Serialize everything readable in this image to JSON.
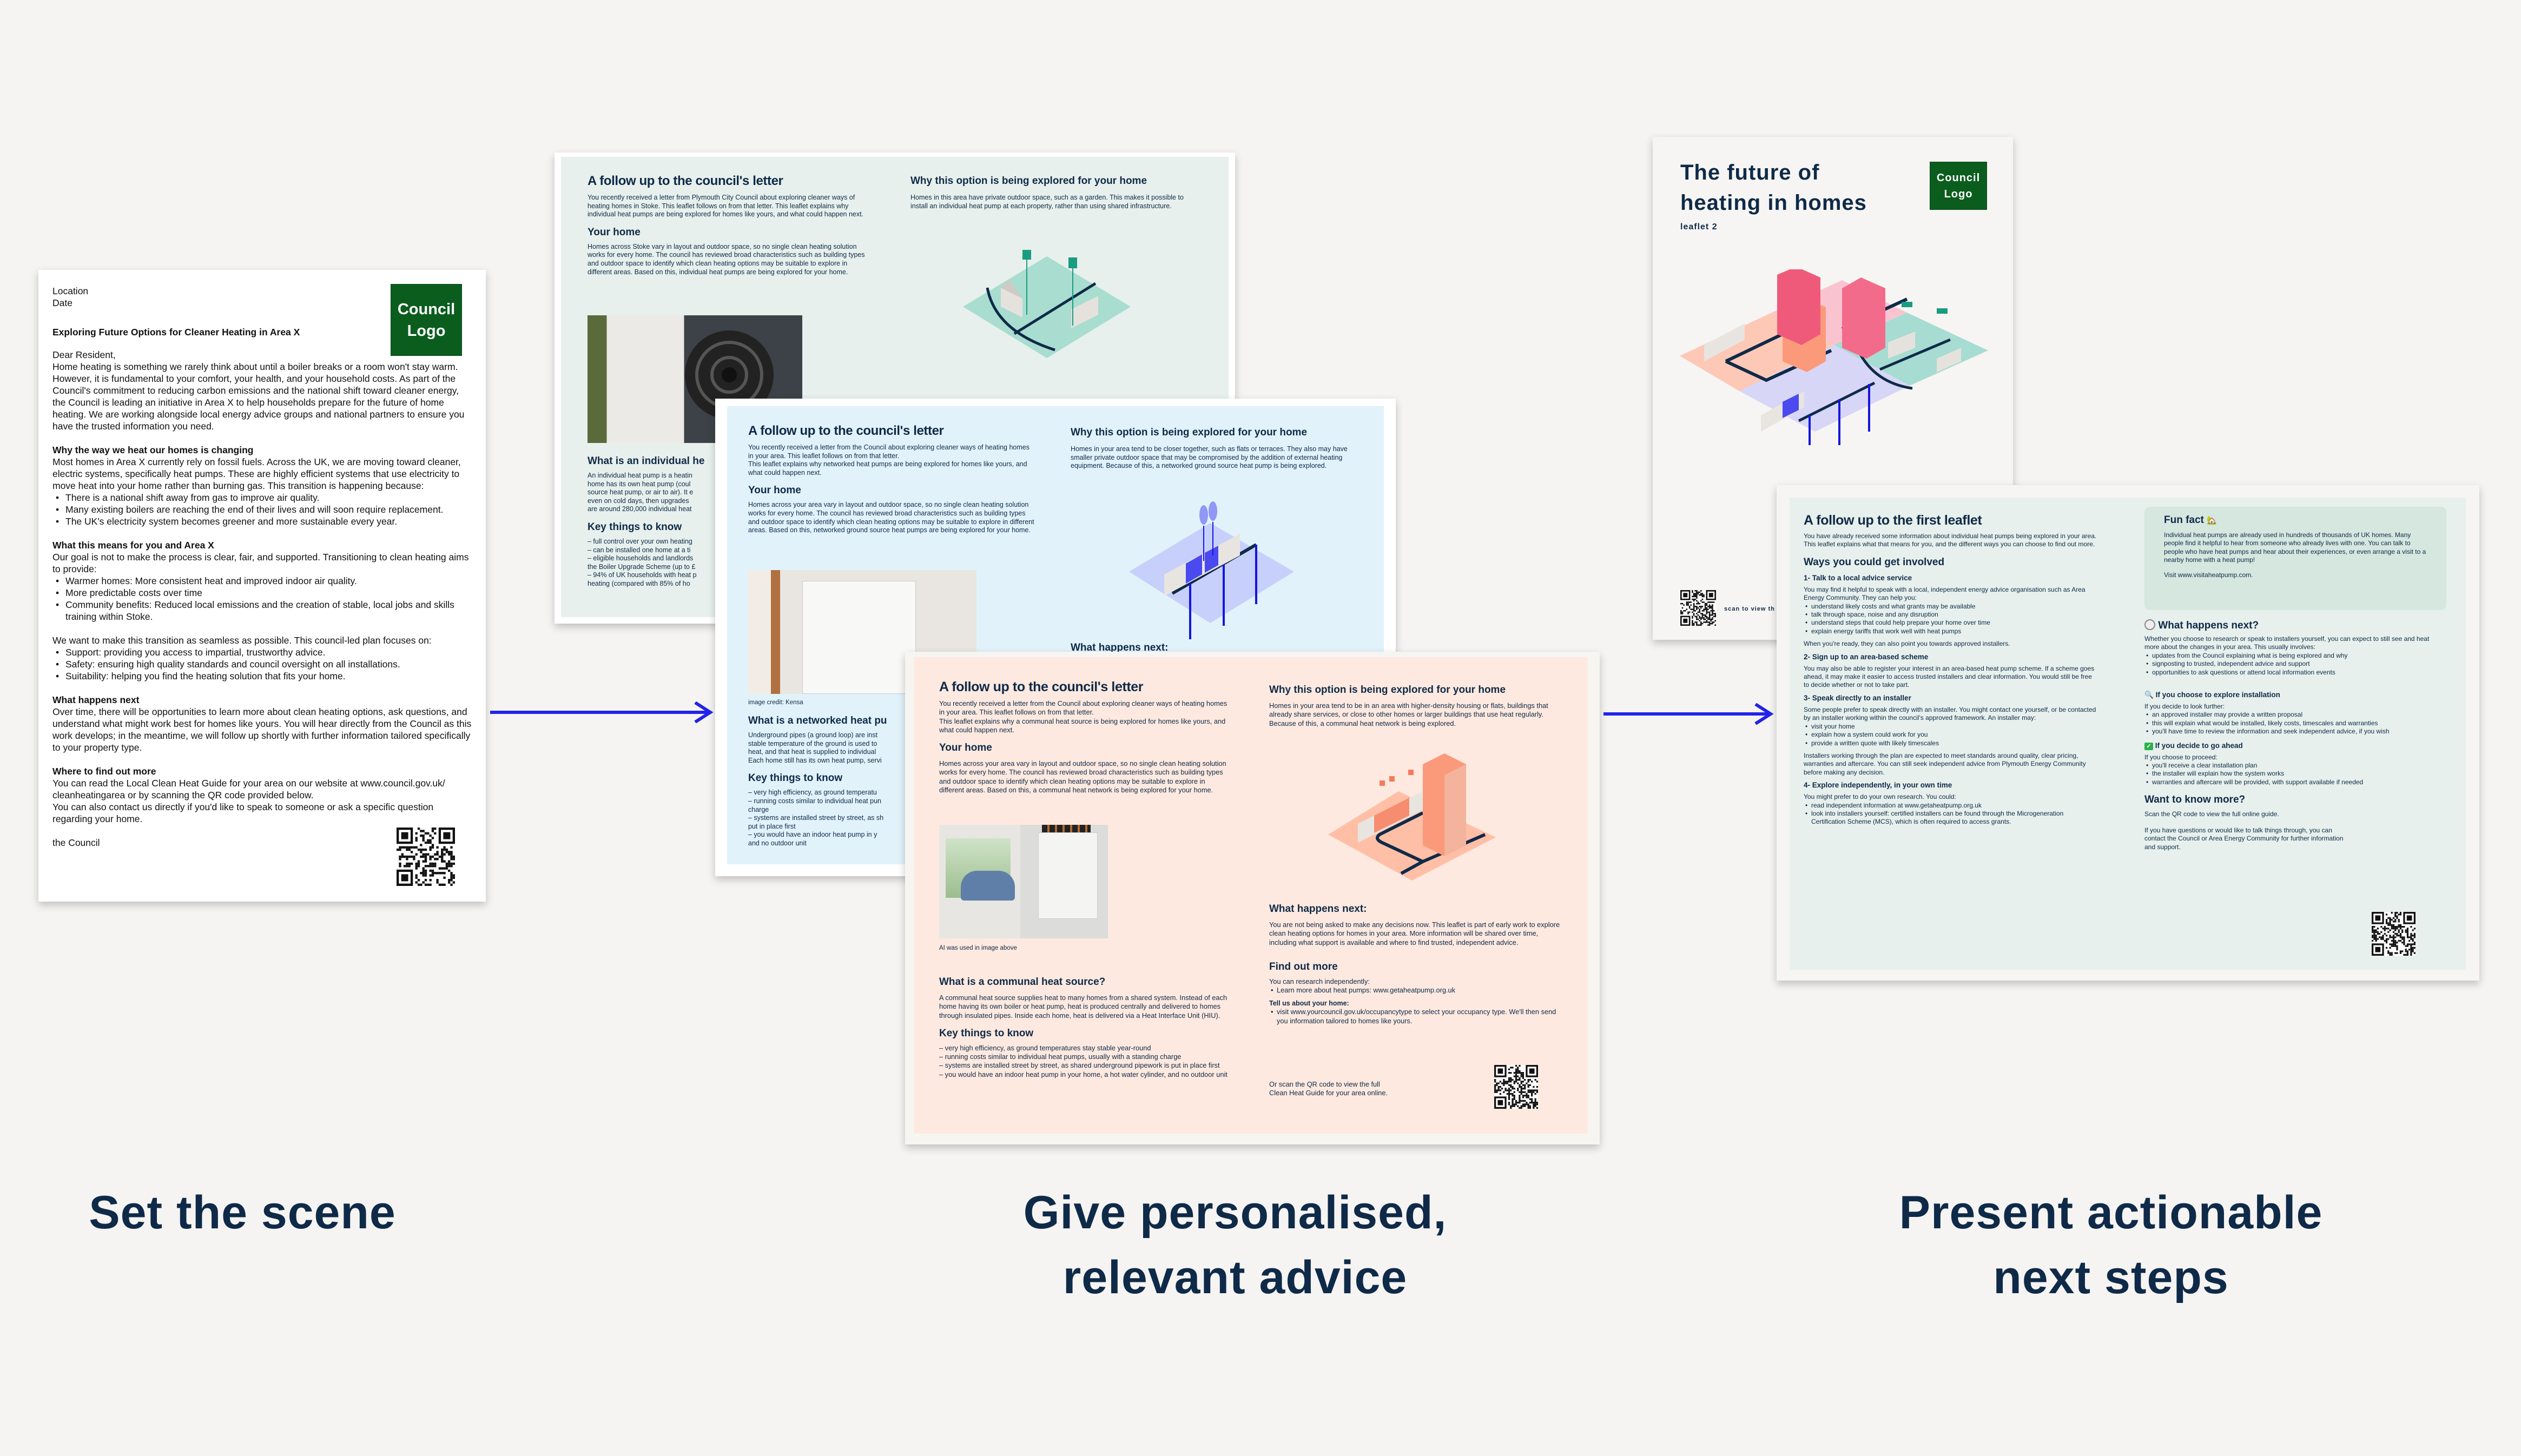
{
  "colors": {
    "background": "#f5f4f2",
    "navy": "#0f2a48",
    "logo_green": "#0b5d1e",
    "arrow_blue": "#2323e8",
    "individual_bg": "#e7f0ec",
    "networked_bg": "#e1f2fa",
    "communal_bg": "#fde9df",
    "next_steps_bg": "#e7f0ec"
  },
  "letter": {
    "location": "Location",
    "date": "Date",
    "logo": "Council\nLogo",
    "subject": "Exploring Future Options for Cleaner Heating in Area X",
    "salutation": "Dear Resident,",
    "intro": "Home heating is something we rarely think about until a boiler breaks or a room won't stay warm. However, it is fundamental to your comfort, your health, and your household costs. As part of the Council's commitment to reducing carbon emissions and the national shift toward cleaner energy, the Council is leading an initiative in Area X to help households prepare for the future of home heating. We are working alongside local energy advice groups and national partners to ensure you have the trusted information you need.",
    "why_heading": "Why the way we heat our homes is changing",
    "why_body": "Most homes in Area X currently rely on fossil fuels. Across the UK, we are moving toward cleaner, electric systems, specifically heat pumps. These are highly efficient systems that use electricity to move heat into your home rather than burning gas. This transition is happening because:",
    "why_bullets": [
      "There is a national shift away from gas to improve air quality.",
      "Many existing boilers are reaching the end of their lives and will soon require replacement.",
      "The UK's electricity system becomes greener and more sustainable every year."
    ],
    "means_heading": "What this means for you and Area X",
    "means_body": "Our goal is not to make the process is clear, fair, and supported. Transitioning to clean heating aims to provide:",
    "means_bullets": [
      "Warmer homes: More consistent heat and improved indoor air quality.",
      "More predictable costs over time",
      "Community benefits: Reduced local emissions and the creation of stable, local jobs and skills training within Stoke."
    ],
    "plan_body": "We want to make this transition as seamless as possible. This council-led plan focuses on:",
    "plan_bullets": [
      "Support: providing you access to impartial, trustworthy advice.",
      "Safety: ensuring high quality standards and council oversight on all installations.",
      "Suitability: helping you find the heating solution that fits your home."
    ],
    "next_heading": "What happens next",
    "next_body": "Over time, there will be opportunities to learn more about clean heating options, ask questions, and understand what might work best for homes like yours. You will hear directly from the Council as this work develops; in the meantime, we will follow up shortly with further information tailored specifically to your property type.",
    "more_heading": "Where to find out more",
    "more_body": "You can read the Local Clean Heat Guide for your area on our website at www.council.gov.uk/ cleanheatingarea or by scanning the QR code provided below.\nYou can also contact us directly if you'd like to speak to someone or ask a specific question regarding your home.",
    "signoff": "the Council"
  },
  "leaflet_individual": {
    "title": "A follow up to the council's letter",
    "intro": "You recently received a letter from Plymouth City Council about exploring cleaner ways of heating homes in Stoke. This leaflet follows on from that letter. This leaflet explains why individual heat pumps are being explored for homes like yours, and what could happen next.",
    "home_heading": "Your home",
    "home_body": "Homes across Stoke vary in layout and outdoor space, so no single clean heating solution works for every home. The council has reviewed broad characteristics such as building types and outdoor space to identify which clean heating options may be suitable to explore in different areas. Based on this, individual heat pumps are being explored for your home.",
    "what_heading": "What is an individual he",
    "what_lines": [
      "An individual heat pump is a heatin",
      "home has its own heat pump (coul",
      "source heat pump, or air to air). It e",
      "even on cold days, then upgrades",
      "are around 280,000 individual heat"
    ],
    "key_heading": "Key things to know",
    "key_lines": [
      "– full control over your own heating",
      "– can be installed one home at a ti",
      "– eligible households and landlords",
      "the Boiler Upgrade Scheme (up to £",
      "– 94% of UK households with heat p",
      "heating (compared with 85% of ho"
    ],
    "why_heading": "Why this option is being explored for your home",
    "why_body": "Homes in this area have private outdoor space, such as a garden. This makes it possible to install an individual heat pump at each property, rather than using shared infrastructure."
  },
  "leaflet_networked": {
    "title": "A follow up to the council's letter",
    "intro": "You recently received a letter from the Council about exploring cleaner ways of heating homes in your area. This leaflet follows on from that letter.\nThis leaflet explains why networked heat pumps are being explored for homes like yours, and what could happen next.",
    "home_heading": "Your home",
    "home_body": "Homes across your area vary in layout and outdoor space, so no single clean heating solution works for every home. The council has reviewed broad characteristics such as building types and outdoor space to identify which clean heating options may be suitable to explore in different areas. Based on this, networked ground source heat pumps are being explored for your home.",
    "image_credit": "image credit: Kensa",
    "what_heading": "What is a networked heat pu",
    "what_lines": [
      "Underground pipes (a ground loop) are inst",
      "stable temperature of the ground is used to",
      "heat, and that heat is supplied to individual",
      "Each home still has its own heat pump, servi"
    ],
    "key_heading": "Key things to know",
    "key_lines": [
      "– very high efficiency, as ground temperatu",
      "– running costs similar to individual heat pun",
      "charge",
      "– systems are installed street by street, as sh",
      "put in place first",
      "– you would have an indoor heat pump in y",
      "and no outdoor unit"
    ],
    "why_heading": "Why this option is being explored for your home",
    "why_body": "Homes in your area tend to be closer together, such as flats or terraces. They also may have smaller private outdoor space that may be compromised by the addition of external heating equipment. Because of this, a networked ground source heat pump is being explored.",
    "next_heading": "What happens next:"
  },
  "leaflet_communal": {
    "title": "A follow up to the council's letter",
    "intro": "You recently received a letter from the Council about exploring cleaner ways of heating homes in your area. This leaflet follows on from that letter.\nThis leaflet explains why a communal heat source is being explored for homes like yours, and what could happen next.",
    "home_heading": "Your home",
    "home_body": "Homes across your area vary in layout and outdoor space, so no single clean heating solution works for every home. The council has reviewed broad characteristics such as building types and outdoor space to identify which clean heating options may be suitable to explore in different areas. Based on this, a communal heat network is being explored for your home.",
    "image_caption": "AI was used in image above",
    "what_heading": "What is a communal heat source?",
    "what_body": "A communal heat source supplies heat to many homes from a shared system. Instead of each home having its own boiler or heat pump, heat is produced centrally and delivered to homes through insulated pipes. Inside each home, heat is delivered via a Heat Interface Unit (HIU).",
    "key_heading": "Key things to know",
    "key_lines": [
      "– very high efficiency, as ground temperatures stay stable year-round",
      "– running costs similar to individual heat pumps, usually with a standing charge",
      "– systems are installed street by street, as shared underground pipework is put in place first",
      "– you would have an indoor heat pump in your home, a hot water cylinder, and no outdoor unit"
    ],
    "why_heading": "Why this option is being explored for your home",
    "why_body": "Homes in your area tend to be in an area with higher-density housing or flats, buildings that already share services, or close to other homes or larger buildings that use heat regularly. Because of this, a communal heat network is being explored.",
    "next_heading": "What happens next:",
    "next_body": "You are not being asked to make any decisions now. This leaflet is part of early work to explore clean heating options for homes in your area. More information will be shared over time, including what support is available and where to find trusted, independent advice.",
    "more_heading": "Find out more",
    "more_intro": "You can research independently:",
    "more_bullets": [
      "Learn more about heat pumps: www.getaheatpump.org.uk"
    ],
    "tell_heading": "Tell us about your home:",
    "tell_bullets": [
      "visit www.yourcouncil.gov.uk/occupancytype to select your occupancy type. We'll then send you information tailored to homes like yours."
    ],
    "qr_text": "Or scan the QR code to view the full\nClean Heat Guide for your area online."
  },
  "cover": {
    "title": "The future of\nheating in homes",
    "subtitle": "leaflet 2",
    "logo": "Council\nLogo",
    "scan_text": "scan to view th"
  },
  "leaflet_next_steps": {
    "title": "A follow up to the first leaflet",
    "intro": "You have already received some information about individual heat pumps being explored in your area. This leaflet explains what that means for you, and the different ways you can choose to find out more.",
    "ways_heading": "Ways you could get involved",
    "s1_heading": "1- Talk to a local advice service",
    "s1_body": "You may find it helpful to speak with a local, independent energy advice organisation such as Area Energy Community. They can help you:",
    "s1_bullets": [
      "understand likely costs and what grants may be available",
      "talk through space, noise and any disruption",
      "understand steps that could help prepare your home over time",
      "explain energy tariffs that work well with heat pumps"
    ],
    "s1_after": "When you're ready, they can also point you towards approved installers.",
    "s2_heading": "2- Sign up to an area-based scheme",
    "s2_body": "You may also be able to register your interest in an area-based heat pump scheme. If a scheme goes ahead, it may make it easier to access trusted installers and clear information. You would still be free to decide whether or not to take part.",
    "s3_heading": "3- Speak directly to an installer",
    "s3_body": "Some people prefer to speak directly with an installer. You might contact one yourself, or be contacted by an installer working within the council's approved framework. An installer may:",
    "s3_bullets": [
      "visit your home",
      "explain how a system could work for you",
      "provide a written quote with likely timescales"
    ],
    "s3_after": "Installers working through the plan are expected to meet standards around quality, clear pricing, warranties and aftercare. You can still seek independent advice from Plymouth Energy Community before making any decision.",
    "s4_heading": "4- Explore independently, in your own time",
    "s4_body": "You might prefer to do your own research. You could:",
    "s4_bullets": [
      "read independent information at www.getaheatpump.org.uk",
      "look into installers yourself: certified installers can be found through the Microgeneration Certification Scheme (MCS), which is often required to access grants."
    ],
    "fun_heading": "Fun fact",
    "fun_icon": "house-with-tree-icon",
    "fun_body": "Individual heat pumps are already used in hundreds of thousands of UK homes. Many people find it helpful to hear from someone who already lives with one. You can talk to people who have heat pumps and hear about their experiences, or even arrange a visit to a nearby home with a heat pump!",
    "fun_link": "Visit www.visitaheatpump.com.",
    "next_heading": "What happens next?",
    "next_icon": "compass-icon",
    "next_body": "Whether you choose to research or speak to installers yourself, you can expect to still see and heat more about the changes in your area. This usually involves:",
    "next_bullets": [
      "updates from the Council explaining what is being explored and why",
      "signposting to trusted, independent advice and support",
      "opportunities to ask questions or attend local information events"
    ],
    "explore_heading": "If you choose to explore installation",
    "explore_icon": "magnifier-icon",
    "explore_body": "If you decide to look further:",
    "explore_bullets": [
      "an approved installer may provide a written proposal",
      "this will explain what would be installed, likely costs, timescales and warranties",
      "you'll have time to review the information and seek independent advice, if you wish"
    ],
    "ahead_heading": "If you decide to go ahead",
    "ahead_icon": "check-box-icon",
    "ahead_body": "If you choose to proceed:",
    "ahead_bullets": [
      "you'll receive a clear installation plan",
      "the installer will explain how the system works",
      "warranties and aftercare will be provided, with support available if needed"
    ],
    "know_heading": "Want to know more?",
    "know_body": "Scan the QR code to view the full online guide.",
    "know_contact": "If you have questions or would like to talk things through, you can contact the Council or Area Energy Community for further information and support."
  },
  "captions": {
    "scene": "Set the scene",
    "advice": "Give personalised,\nrelevant advice",
    "next": "Present actionable\nnext steps"
  }
}
